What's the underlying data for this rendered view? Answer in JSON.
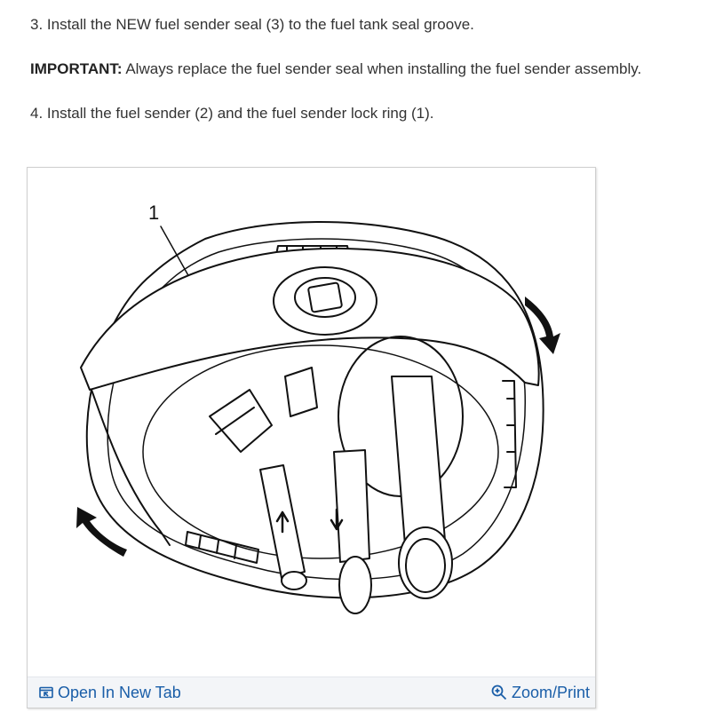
{
  "instructions": {
    "step3": "3. Install the NEW fuel sender seal (3) to the fuel tank seal groove.",
    "important_label": "IMPORTANT:",
    "important_text": " Always replace the fuel sender seal when installing the fuel sender assembly.",
    "step4": "4. Install the fuel sender (2) and the fuel sender lock ring (1)."
  },
  "figure": {
    "callout_1": "1",
    "open_tab_label": "Open In New Tab",
    "zoom_print_label": "Zoom/Print",
    "link_color": "#1a5ea8",
    "icons": [
      "open-new-tab-icon",
      "zoom-magnifier-icon"
    ]
  }
}
